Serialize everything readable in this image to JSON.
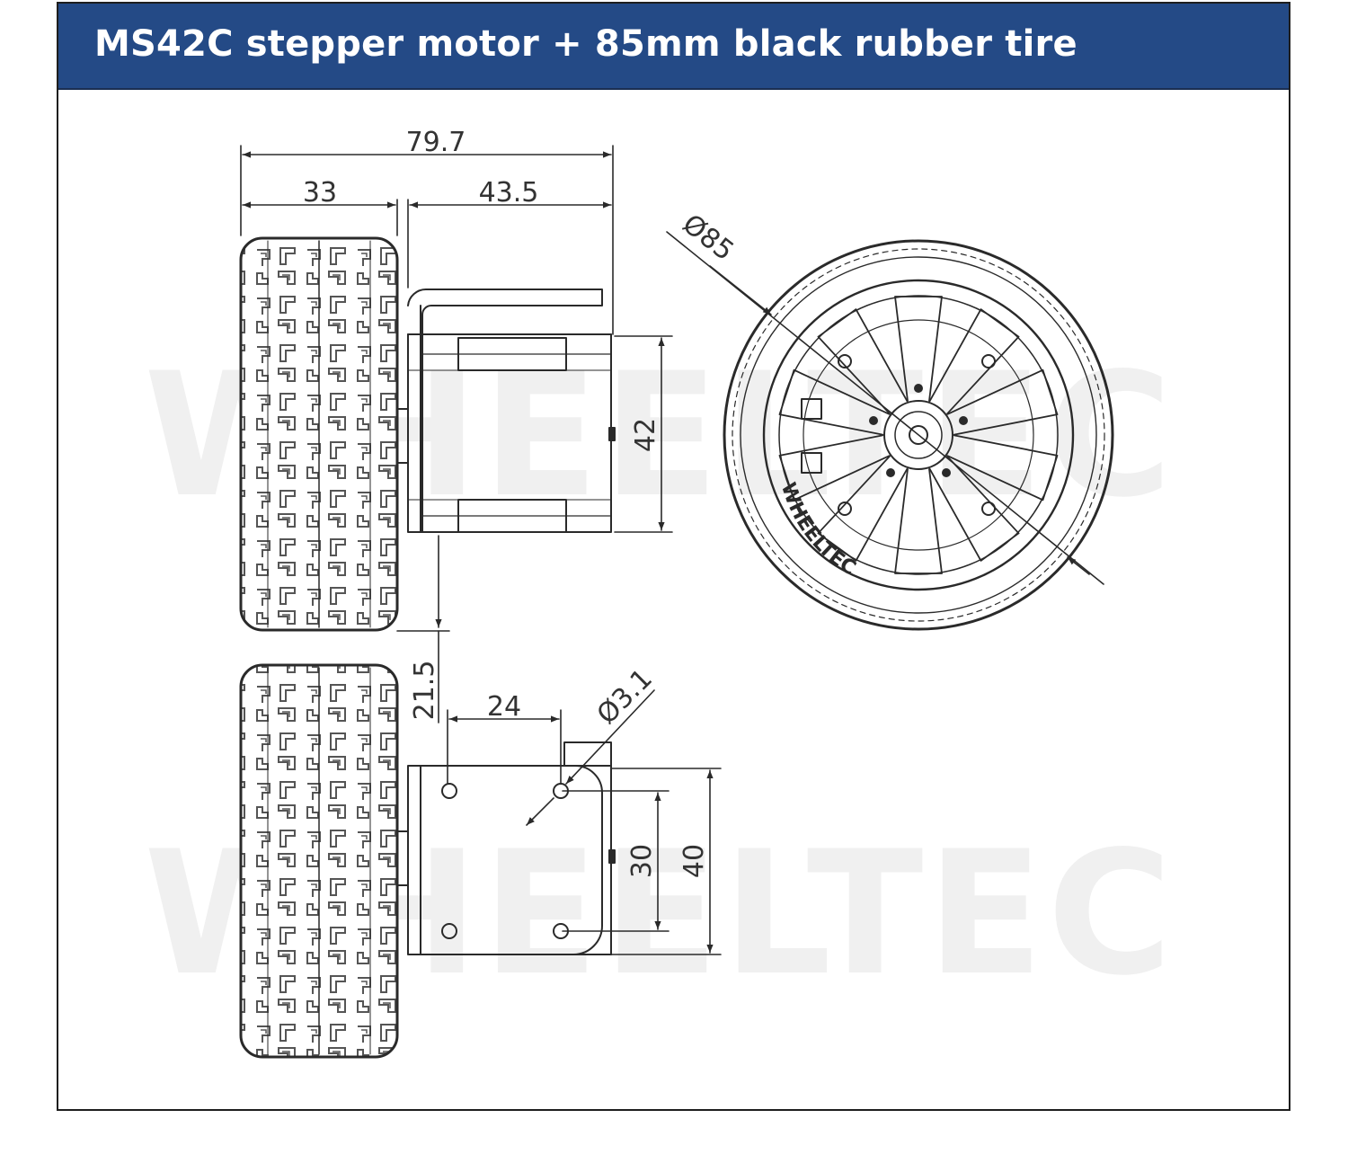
{
  "header": {
    "title": "MS42C stepper motor + 85mm black rubber tire"
  },
  "watermark": {
    "text": "WHEELTEC"
  },
  "wheel_logo": {
    "text": "WHEELTEC"
  },
  "dimensions": {
    "overall_width": "79.7",
    "tire_width": "33",
    "motor_length": "43.5",
    "wheel_diameter": "Ø85",
    "motor_height": "42",
    "shaft_offset": "21.5",
    "hole_spacing_horizontal": "24",
    "hole_diameter": "Ø3.1",
    "hole_spacing_vertical": "30",
    "bracket_height": "40"
  },
  "colors": {
    "header_bg": "#244a86",
    "header_text": "#ffffff",
    "line": "#2a2a2a",
    "frame": "#1e1e1e"
  }
}
